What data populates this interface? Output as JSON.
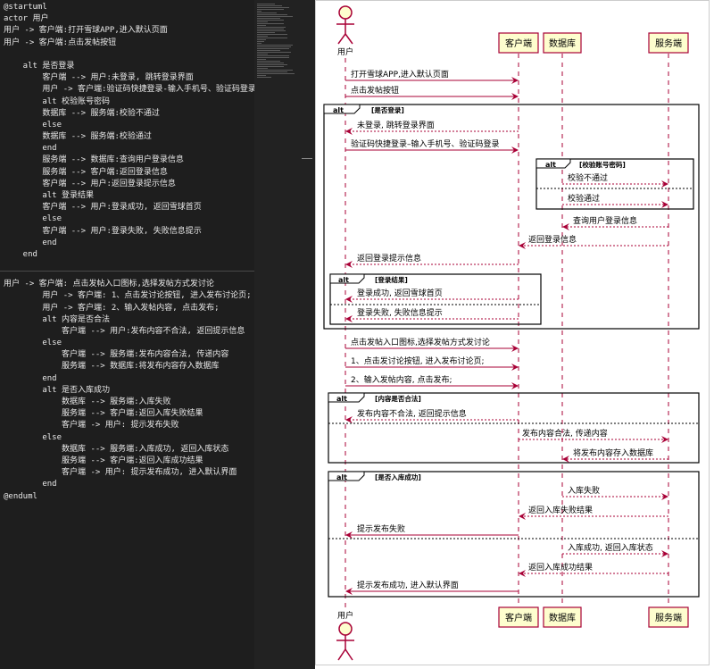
{
  "code": [
    "@startuml",
    "actor 用户",
    "用户 -> 客户端:打开雪球APP,进入默认页面",
    "用户 -> 客户端:点击发帖按钮",
    "",
    "    alt 是否登录",
    "        客户端 --> 用户:未登录, 跳转登录界面",
    "        用户 -> 客户端:验证码快捷登录-输入手机号、验证码登录",
    "        alt 校验账号密码",
    "        数据库 --> 服务端:校验不通过",
    "        else",
    "        数据库 --> 服务端:校验通过",
    "        end",
    "        服务端 --> 数据库:查询用户登录信息",
    "        服务端 --> 客户端:返回登录信息",
    "        客户端 --> 用户:返回登录提示信息",
    "        alt 登录结果",
    "        客户端 --> 用户:登录成功, 返回雪球首页",
    "        else",
    "        客户端 --> 用户:登录失败, 失败信息提示",
    "        end",
    "    end",
    "",
    "用户 -> 客户端: 点击发帖入口图标,选择发帖方式发讨论",
    "        用户 -> 客户端: 1、点击发讨论按钮, 进入发布讨论页;",
    "        用户 -> 客户端: 2、输入发帖内容, 点击发布;",
    "        alt 内容是否合法",
    "            客户端 --> 用户:发布内容不合法, 返回提示信息",
    "        else",
    "            客户端 --> 服务端:发布内容合法, 传递内容",
    "            服务端 --> 数据库:将发布内容存入数据库",
    "        end",
    "        alt 是否入库成功",
    "            数据库 --> 服务端:入库失败",
    "            服务端 --> 客户端:返回入库失败结果",
    "            客户端 -> 用户: 提示发布失败",
    "        else",
    "            数据库 --> 服务端:入库成功, 返回入库状态",
    "            服务端 --> 客户端:返回入库成功结果",
    "            客户端 -> 用户: 提示发布成功, 进入默认界面",
    "        end",
    "@enduml"
  ],
  "participants": {
    "user": "用户",
    "client": "客户端",
    "db": "数据库",
    "server": "服务端"
  },
  "frames": {
    "alt_keyword": "alt",
    "login": "[是否登录]",
    "verify": "[校验账号密码]",
    "result": "[登录结果]",
    "legal": "[内容是否合法]",
    "stored": "[是否入库成功]"
  },
  "messages": [
    "打开雪球APP,进入默认页面",
    "点击发帖按钮",
    "未登录, 跳转登录界面",
    "验证码快捷登录–输入手机号、验证码登录",
    "校验不通过",
    "校验通过",
    "查询用户登录信息",
    "返回登录信息",
    "返回登录提示信息",
    "登录成功, 返回雪球首页",
    "登录失败, 失败信息提示",
    "点击发帖入口图标,选择发帖方式发讨论",
    "1、点击发讨论按钮, 进入发布讨论页;",
    "2、输入发帖内容, 点击发布;",
    "发布内容不合法, 返回提示信息",
    "发布内容合法, 传递内容",
    "将发布内容存入数据库",
    "入库失败",
    "返回入库失败结果",
    "提示发布失败",
    "入库成功, 返回入库状态",
    "返回入库成功结果",
    "提示发布成功, 进入默认界面"
  ],
  "colors": {
    "editor_bg": "#1e1e1e",
    "lifeline": "#a80036",
    "participant_fill": "#fefece",
    "frame_border": "#000000"
  }
}
